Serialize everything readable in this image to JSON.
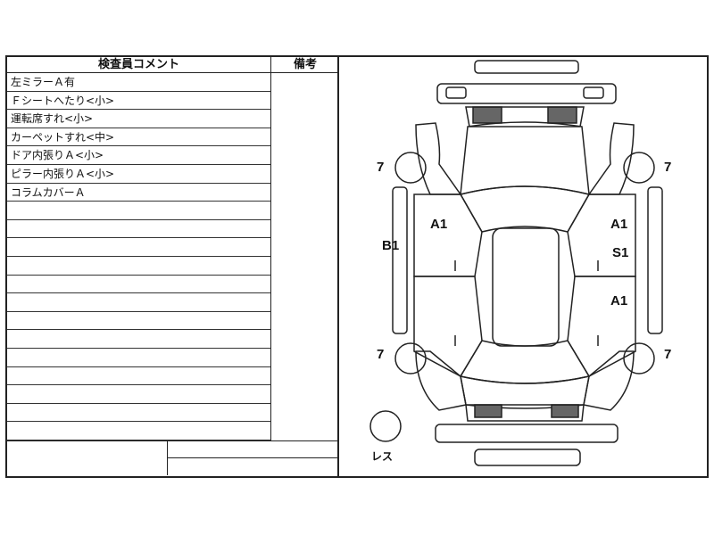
{
  "header": {
    "comment_title": "検査員コメント",
    "remarks_title": "備考"
  },
  "comments": [
    "左ミラーＡ有",
    "Ｆシートへたり<小>",
    "運転席すれ<小>",
    "カーペットすれ<中>",
    "ドア内張りＡ<小>",
    "ピラー内張りＡ<小>",
    "コラムカバーＡ",
    "",
    "",
    "",
    "",
    "",
    "",
    "",
    "",
    "",
    "",
    "",
    "",
    ""
  ],
  "diagram": {
    "marks": {
      "tire_front_left": "7",
      "tire_front_right": "7",
      "tire_rear_left": "7",
      "tire_rear_right": "7",
      "front_left_door": "A1",
      "front_right_door": "A1",
      "left_sill": "B1",
      "right_door_mid": "S1",
      "rear_right_door": "A1",
      "spare_tire": "レス"
    }
  }
}
